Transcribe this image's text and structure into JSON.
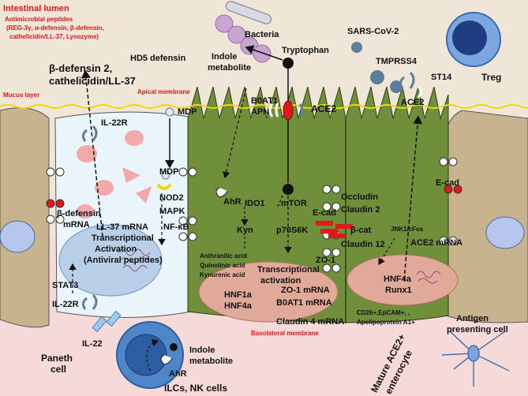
{
  "lumen": {
    "title": "Intestinal lumen",
    "amp_title": "Antimicrobial peptides",
    "amp_line1": "(REG-3γ, α-defensin, β-defensin,",
    "amp_line2": "cathelicidin/LL-37, Lysozyme)",
    "hd5": "HD5 defensin",
    "bdef_line1": "β-defensin 2,",
    "bdef_line2": "cathelicidin/LL-37",
    "mucus": "Mucus layer",
    "apical": "Apical membrane",
    "bacteria": "Bacteria",
    "tryptophan": "Tryptophan",
    "indole_line1": "Indole",
    "indole_line2": "metabolite",
    "sars": "SARS-CoV-2",
    "treg": "Treg",
    "tmprss4": "TMPRSS4",
    "st14": "ST14"
  },
  "paneth": {
    "mdp_top": "MDP",
    "il22r_top": "IL-22R",
    "mdp": "MDP",
    "nod2": "NOD2",
    "mapk": "MAPK",
    "nfkb": "NF-κB",
    "bdef_mrna_line1": "β-defensin",
    "bdef_mrna_line2": "mRNA",
    "ll37_mrna": "LL-37 mRNA",
    "trans_line1": "Transcriptional",
    "trans_line2": "Activation",
    "trans_line3": "(Antiviral peptides)",
    "stat3": "STAT3",
    "il22r_bottom": "IL-22R",
    "il22": "IL-22",
    "cell_line1": "Paneth",
    "cell_line2": "cell"
  },
  "enterocyte": {
    "b0at1": "B0AT1",
    "apn": "APN",
    "ace2_top": "ACE2",
    "ahr": "AhR",
    "ido1": "IDO1",
    "mtor": "mTOR",
    "kyn": "Kyn",
    "p70s6k": "p70S6K",
    "kyn_acids_1": "Anthranilic acid",
    "kyn_acids_2": "Quinolinic acid",
    "kyn_acids_3": "Kynurenic acid",
    "trans_line1": "Transcriptional",
    "trans_line2": "activation",
    "hnf1a": "HNF1a",
    "hnf4a": "HNF4a",
    "b0at1_mrna": "B0AT1 mRNA",
    "zo1_mrna": "ZO-1 mRNA",
    "claudin4": "Claudin 4 mRNA",
    "occludin": "Occludin",
    "claudin2": "Claudin 2",
    "ecad": "E-cad",
    "bcat": "β-cat",
    "claudin12": "Claudin 12",
    "zo1": "ZO-1",
    "basolateral": "Basolateral membrane"
  },
  "ace2cell": {
    "ace2": "ACE2",
    "ecad": "E-cad",
    "jnk": "JNK1/cFos",
    "ace2_mrna": "ACE2 mRNA",
    "hnf4a": "HNF4a",
    "runx1": "Runx1",
    "markers_line1": "CD26+,EpCAM+, ,",
    "markers_line2": "Apolipoprotein A1+",
    "mature_line1": "Mature ACE2+",
    "mature_line2": "enterocyte",
    "apc_line1": "Antigen",
    "apc_line2": "presenting cell"
  },
  "ilc": {
    "indole_line1": "Indole",
    "indole_line2": "metabolite",
    "ahr": "AhR",
    "label": "ILCs, NK cells"
  },
  "colors": {
    "lumen": "#efe6d8",
    "lamina": "#f6dada",
    "enterocyte": "#6f8f3a",
    "paneth": "#e9f4fb",
    "nucleus": "#e1a99a",
    "side_cell": "#c8b38f",
    "mucus": "#f0d800",
    "red_text": "#e0171b"
  }
}
